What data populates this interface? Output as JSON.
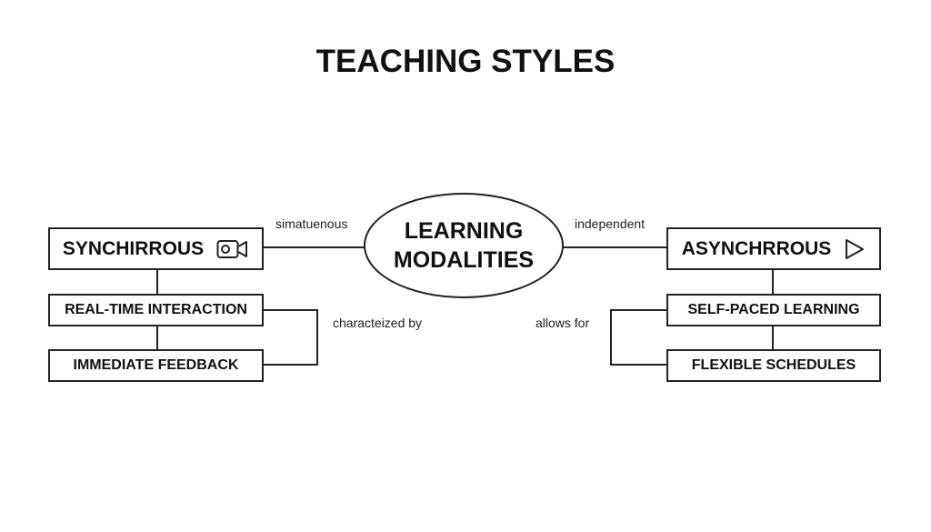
{
  "title": "TEACHING STYLES",
  "center": {
    "line1": "LEARNING",
    "line2": "MODALITIES"
  },
  "left": {
    "main": {
      "label": "SYNCHIRROUS",
      "icon": "video-camera-icon"
    },
    "connector_label": "simatuenous",
    "group_label": "characteized by",
    "items": [
      "REAL-TIME INTERACTION",
      "IMMEDIATE FEEDBACK"
    ]
  },
  "right": {
    "main": {
      "label": "ASYNCHRROUS",
      "icon": "play-icon"
    },
    "connector_label": "independent",
    "group_label": "allows for",
    "items": [
      "SELF-PACED LEARNING",
      "FLEXIBLE SCHEDULES"
    ]
  },
  "colors": {
    "stroke": "#222222",
    "background": "#ffffff",
    "text": "#111111"
  }
}
